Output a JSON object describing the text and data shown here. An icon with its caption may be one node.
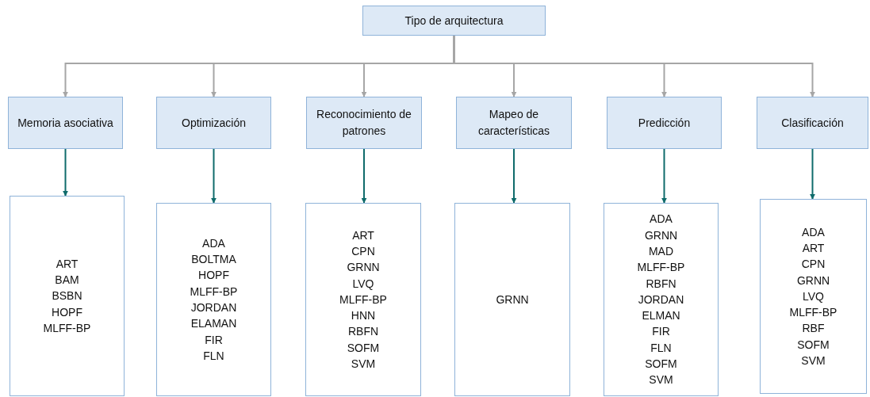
{
  "diagram": {
    "nodes": [
      {
        "text": [
          "Tipo de arquitectura"
        ]
      },
      {
        "text": [
          "Memoria asociativa"
        ]
      },
      {
        "text": [
          "Optimización"
        ]
      },
      {
        "text": [
          "Reconocimiento de patrones"
        ]
      },
      {
        "text": [
          "Mapeo de características"
        ]
      },
      {
        "text": [
          "Predicción"
        ]
      },
      {
        "text": [
          "Clasificación"
        ]
      },
      {
        "text": [
          "ART",
          "BAM",
          "BSBN",
          "HOPF",
          "MLFF-BP"
        ]
      },
      {
        "text": [
          "ADA",
          "BOLTMA",
          "HOPF",
          "MLFF-BP",
          "JORDAN",
          "ELAMAN",
          "FIR",
          "FLN"
        ]
      },
      {
        "text": [
          "ART",
          "CPN",
          "GRNN",
          "LVQ",
          "MLFF-BP",
          "HNN",
          "RBFN",
          "SOFM",
          "SVM"
        ]
      },
      {
        "text": [
          "GRNN"
        ]
      },
      {
        "text": [
          "ADA",
          "GRNN",
          "MAD",
          "MLFF-BP",
          "RBFN",
          "JORDAN",
          "ELMAN",
          "FIR",
          "FLN",
          "SOFM",
          "SVM"
        ]
      },
      {
        "text": [
          "ADA",
          "ART",
          "CPN",
          "GRNN",
          "LVQ",
          "MLFF-BP",
          "RBF",
          "SOFM",
          "SVM"
        ]
      }
    ],
    "edges": [
      {
        "from": 0,
        "to": 1,
        "arrow": "to",
        "color": "#a6a6a6"
      },
      {
        "from": 0,
        "to": 2,
        "arrow": "to",
        "color": "#a6a6a6"
      },
      {
        "from": 0,
        "to": 3,
        "arrow": "to",
        "color": "#a6a6a6"
      },
      {
        "from": 0,
        "to": 4,
        "arrow": "to",
        "color": "#a6a6a6"
      },
      {
        "from": 0,
        "to": 5,
        "arrow": "to",
        "color": "#a6a6a6"
      },
      {
        "from": 0,
        "to": 6,
        "arrow": "to",
        "color": "#a6a6a6"
      },
      {
        "from": 1,
        "to": 7,
        "arrow": "to",
        "color": "#0f6b6b"
      },
      {
        "from": 2,
        "to": 8,
        "arrow": "to",
        "color": "#0f6b6b"
      },
      {
        "from": 3,
        "to": 9,
        "arrow": "to",
        "color": "#0f6b6b"
      },
      {
        "from": 4,
        "to": 10,
        "arrow": "to",
        "color": "#0f6b6b"
      },
      {
        "from": 5,
        "to": 11,
        "arrow": "to",
        "color": "#0f6b6b"
      },
      {
        "from": 6,
        "to": 12,
        "arrow": "to",
        "color": "#0f6b6b"
      }
    ]
  }
}
